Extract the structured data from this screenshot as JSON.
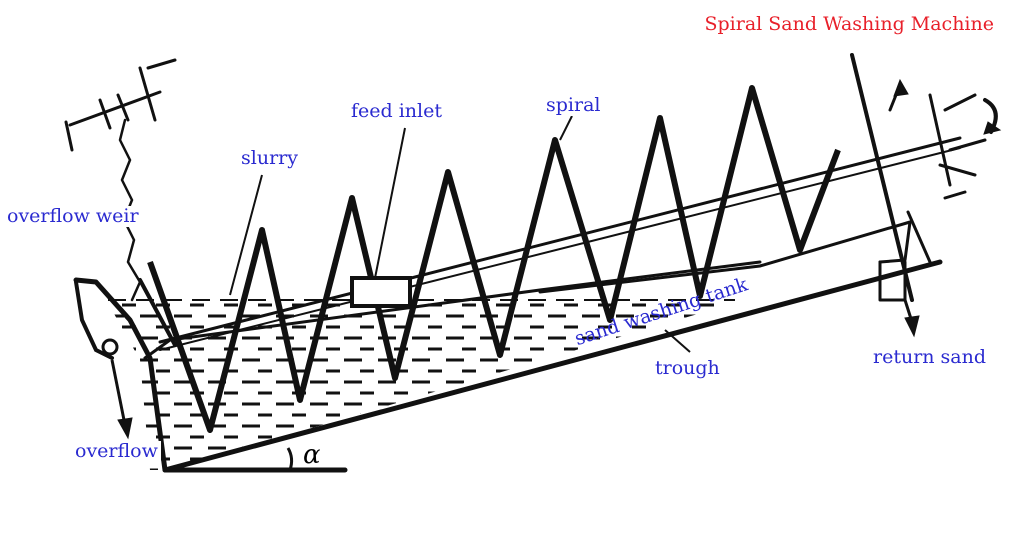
{
  "title": "Spiral Sand Washing Machine",
  "labels": {
    "feed_inlet": "feed inlet",
    "spiral": "spiral",
    "slurry": "slurry",
    "overflow_weir": "overflow weir",
    "sand_washing_tank": "sand washing tank",
    "trough": "trough",
    "return_sand": "return sand",
    "overflow": "overflow",
    "angle": "α"
  },
  "colors": {
    "title": "#e8202a",
    "label": "#2a2ad0",
    "ink": "#111111"
  }
}
